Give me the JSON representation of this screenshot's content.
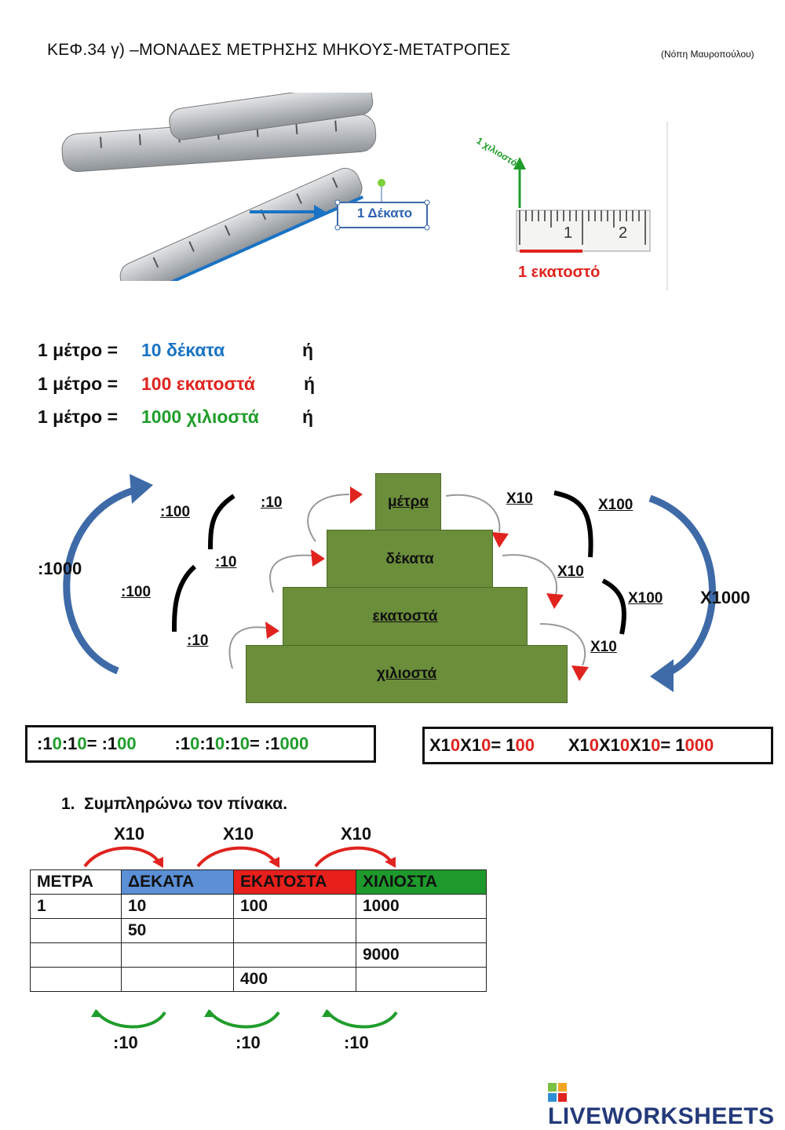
{
  "header": {
    "title": "ΚΕΦ.34 γ) –ΜΟΝΑΔΕΣ ΜΕΤΡΗΣΗΣ ΜΗΚΟΥΣ-ΜΕΤΑΤΡΟΠΕΣ",
    "author": "(Νόπη Μαυροπούλου)"
  },
  "ruler_images": {
    "deci_label": "1 Δέκατο",
    "milli_label": "1 χιλιοστό",
    "centi_label": "1 εκατοστό",
    "tick_1": "1",
    "tick_2": "2"
  },
  "equalities": [
    {
      "left": "1 μέτρο =",
      "value": "10 δέκατα",
      "or": "ή",
      "color": "#1a73c4"
    },
    {
      "left": "1 μέτρο =",
      "value": "100 εκατοστά",
      "or": "ή",
      "color": "#e0231f"
    },
    {
      "left": "1 μέτρο =",
      "value": "1000 χιλιοστά",
      "or": "ή",
      "color": "#1f9d2a"
    }
  ],
  "pyramid": {
    "steps": [
      "μέτρα",
      "δέκατα",
      "εκατοστά",
      "χιλιοστά"
    ],
    "left_labels": {
      "div10_a": ":10",
      "div10_b": ":10",
      "div10_c": ":10",
      "div100_a": ":100",
      "div100_b": ":100",
      "div1000": ":1000"
    },
    "right_labels": {
      "x10_a": "X10",
      "x10_b": "X10",
      "x10_c": "X10",
      "x100_a": "X100",
      "x100_b": "X100",
      "x1000": "X1000"
    },
    "colors": {
      "step": "#6b8e3a",
      "arrow": "#3e6aa8",
      "small_arrow": "#e0231f"
    }
  },
  "summary": {
    "div": [
      ":1",
      "0",
      " :1",
      "0",
      " = :1",
      "00",
      "        :1",
      "0",
      " :1",
      "0",
      " :1",
      "0",
      " = :1",
      "000"
    ],
    "mul": [
      "X1",
      "0",
      " X1",
      "0",
      " = 1",
      "00",
      "       X1",
      "0",
      " X1",
      "0",
      " X1",
      "0",
      " = 1",
      "000"
    ]
  },
  "exercise": {
    "title": "1.  Συμπληρώνω τον πίνακα.",
    "top_labels": [
      "X10",
      "X10",
      "X10"
    ],
    "bottom_labels": [
      ":10",
      ":10",
      ":10"
    ],
    "headers": [
      "ΜΕΤΡΑ",
      "ΔΕΚΑΤΑ",
      "ΕΚΑΤΟΣΤΑ",
      "ΧΙΛΙΟΣΤΑ"
    ],
    "header_colors": [
      "#ffffff",
      "#5b8fd6",
      "#e8201c",
      "#1e9a2c"
    ],
    "rows": [
      [
        "1",
        "10",
        "100",
        "1000"
      ],
      [
        "",
        "50",
        "",
        ""
      ],
      [
        "",
        "",
        "",
        "9000"
      ],
      [
        "",
        "",
        "400",
        ""
      ]
    ]
  },
  "footer": {
    "logo": "LIVEWORKSHEETS"
  }
}
